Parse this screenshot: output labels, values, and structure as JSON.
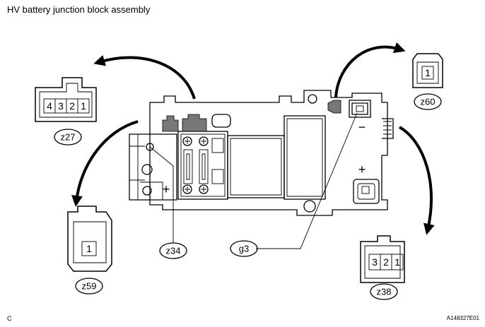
{
  "title": "HV battery junction block assembly",
  "footer_left": "C",
  "footer_right": "A148327E01",
  "connectors": {
    "z27": {
      "label": "z27",
      "pins": [
        "4",
        "3",
        "2",
        "1"
      ]
    },
    "z60": {
      "label": "z60",
      "pins": [
        "1"
      ]
    },
    "z59": {
      "label": "z59",
      "pins": [
        "1"
      ]
    },
    "z38": {
      "label": "z38",
      "pins": [
        "3",
        "2",
        "1"
      ]
    }
  },
  "callouts": {
    "z34": "z34",
    "g3": "g3"
  },
  "polarity": {
    "plus_left": "+",
    "plus_right": "+",
    "minus_right": "−"
  }
}
